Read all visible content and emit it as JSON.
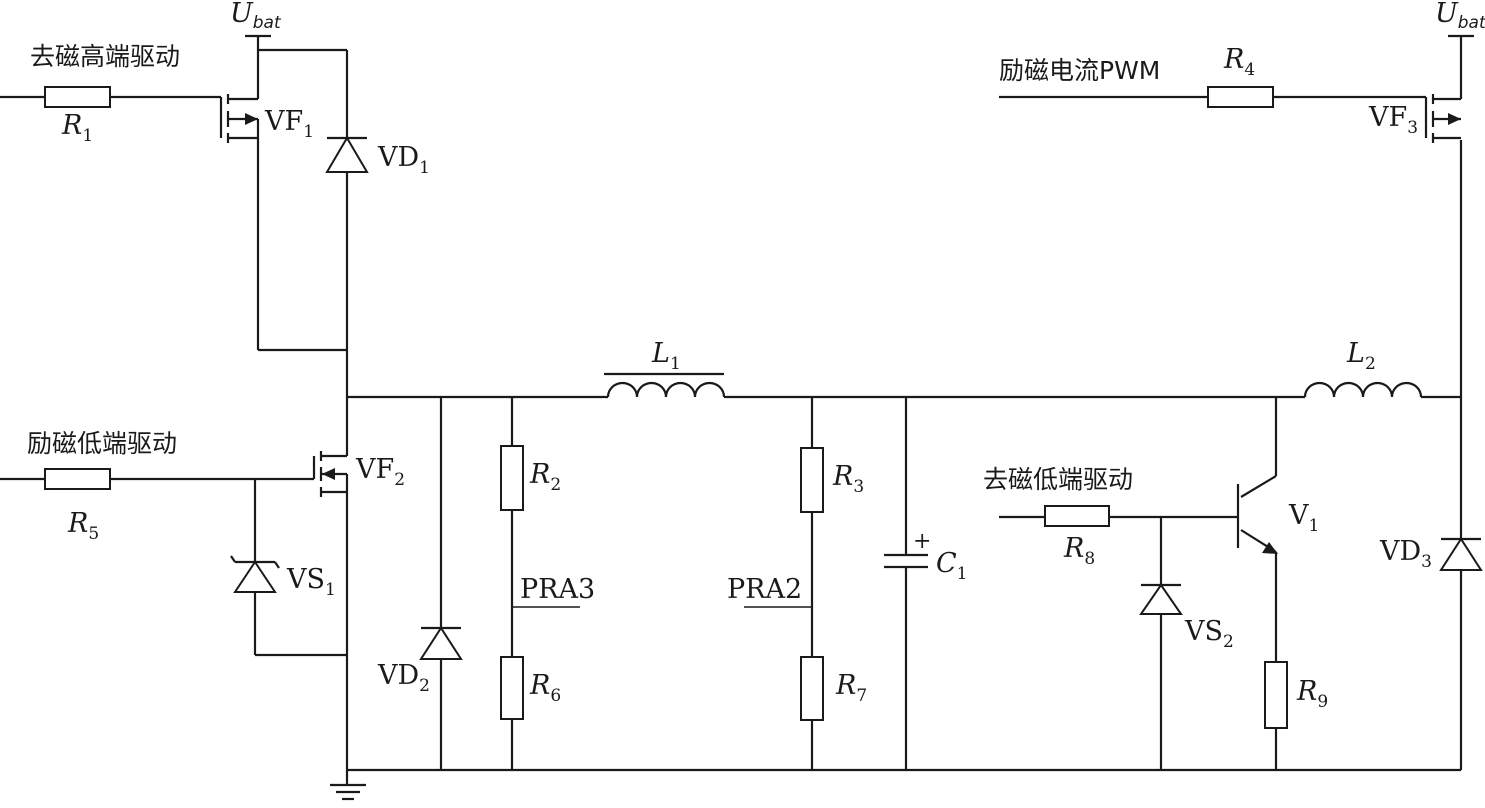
{
  "signals": {
    "demag_high_drive": "去磁高端驱动",
    "excite_low_drive": "励磁低端驱动",
    "excite_current_pwm": "励磁电流PWM",
    "demag_low_drive": "去磁低端驱动"
  },
  "supplies": {
    "left": {
      "main": "U",
      "sub": "bat"
    },
    "right": {
      "main": "U",
      "sub": "bat"
    }
  },
  "resistors": [
    {
      "main": "R",
      "sub": "1"
    },
    {
      "main": "R",
      "sub": "2"
    },
    {
      "main": "R",
      "sub": "3"
    },
    {
      "main": "R",
      "sub": "4"
    },
    {
      "main": "R",
      "sub": "5"
    },
    {
      "main": "R",
      "sub": "6"
    },
    {
      "main": "R",
      "sub": "7"
    },
    {
      "main": "R",
      "sub": "8"
    },
    {
      "main": "R",
      "sub": "9"
    }
  ],
  "mosfets": [
    {
      "main": "VF",
      "sub": "1"
    },
    {
      "main": "VF",
      "sub": "2"
    },
    {
      "main": "VF",
      "sub": "3"
    }
  ],
  "diodes": [
    {
      "main": "VD",
      "sub": "1"
    },
    {
      "main": "VD",
      "sub": "2"
    },
    {
      "main": "VD",
      "sub": "3"
    }
  ],
  "zeners": [
    {
      "main": "VS",
      "sub": "1"
    },
    {
      "main": "VS",
      "sub": "2"
    }
  ],
  "inductors": [
    {
      "main": "L",
      "sub": "1"
    },
    {
      "main": "L",
      "sub": "2"
    }
  ],
  "capacitor": {
    "main": "C",
    "sub": "1",
    "polarity": "+"
  },
  "transistor": {
    "main": "V",
    "sub": "1"
  },
  "test_points": {
    "pra3": "PRA3",
    "pra2": "PRA2"
  }
}
